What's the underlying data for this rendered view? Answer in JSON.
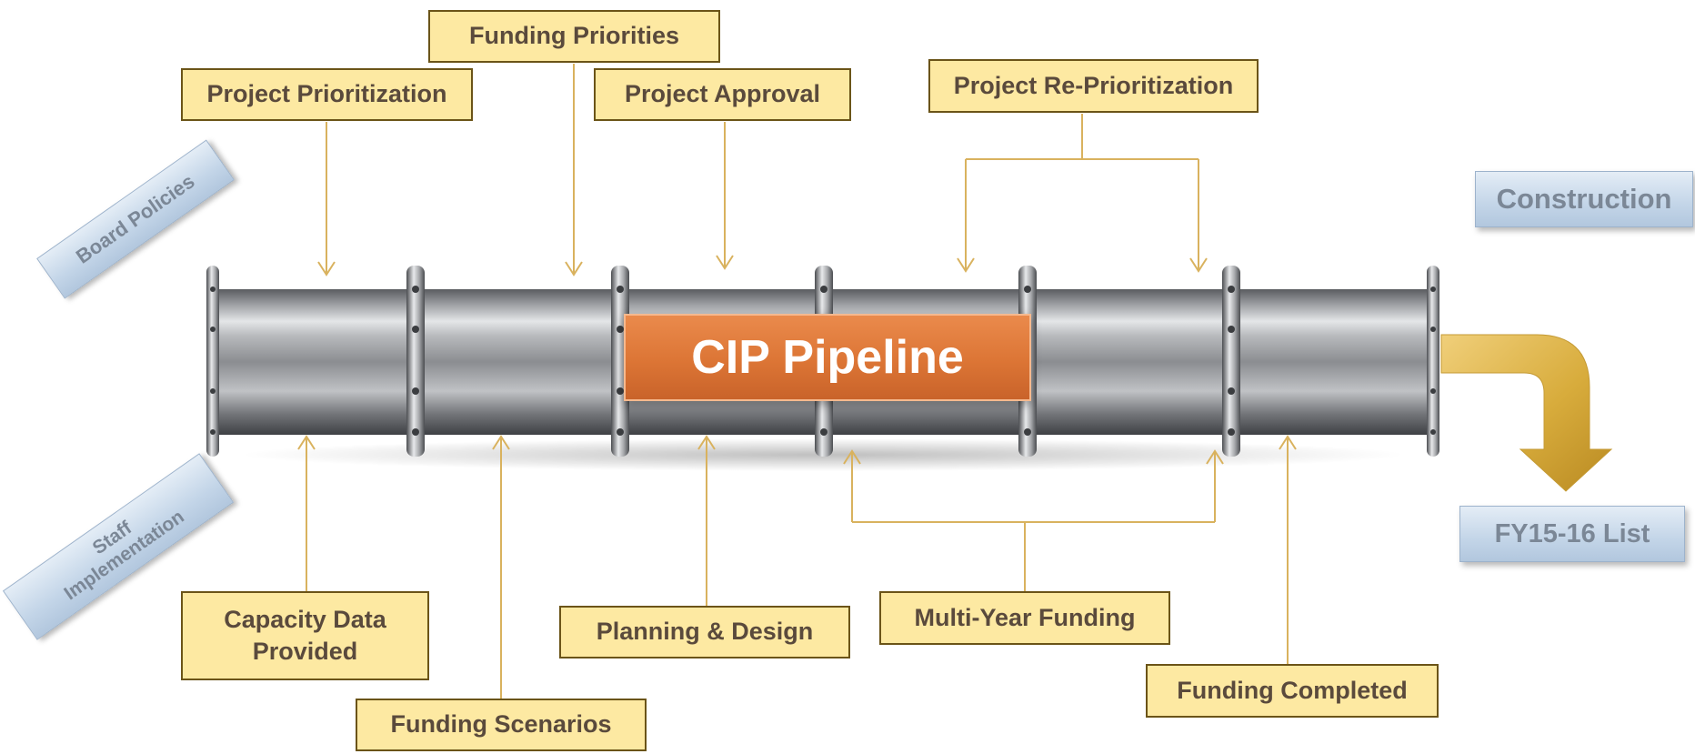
{
  "pipeline": {
    "title": "CIP Pipeline"
  },
  "top_labels": {
    "project_prioritization": "Project Prioritization",
    "funding_priorities": "Funding Priorities",
    "project_approval": "Project Approval",
    "project_reprioritization": "Project Re-Prioritization"
  },
  "bottom_labels": {
    "capacity_data": [
      "Capacity Data",
      "Provided"
    ],
    "funding_scenarios": "Funding Scenarios",
    "planning_design": "Planning & Design",
    "multi_year_funding": "Multi-Year Funding",
    "funding_completed": "Funding Completed"
  },
  "side_labels": {
    "board_policies": "Board Policies",
    "staff_implementation": [
      "Staff",
      "Implementation"
    ],
    "construction": "Construction",
    "fy_list": "FY15-16 List"
  },
  "colors": {
    "label_fill": "#fde9a2",
    "label_border": "#6b5418",
    "connector": "#d9b25e",
    "pipe_banner": "#dc7535",
    "side_fill": "#c3d5e8",
    "outlet_arrow": "#d8ac3c"
  }
}
